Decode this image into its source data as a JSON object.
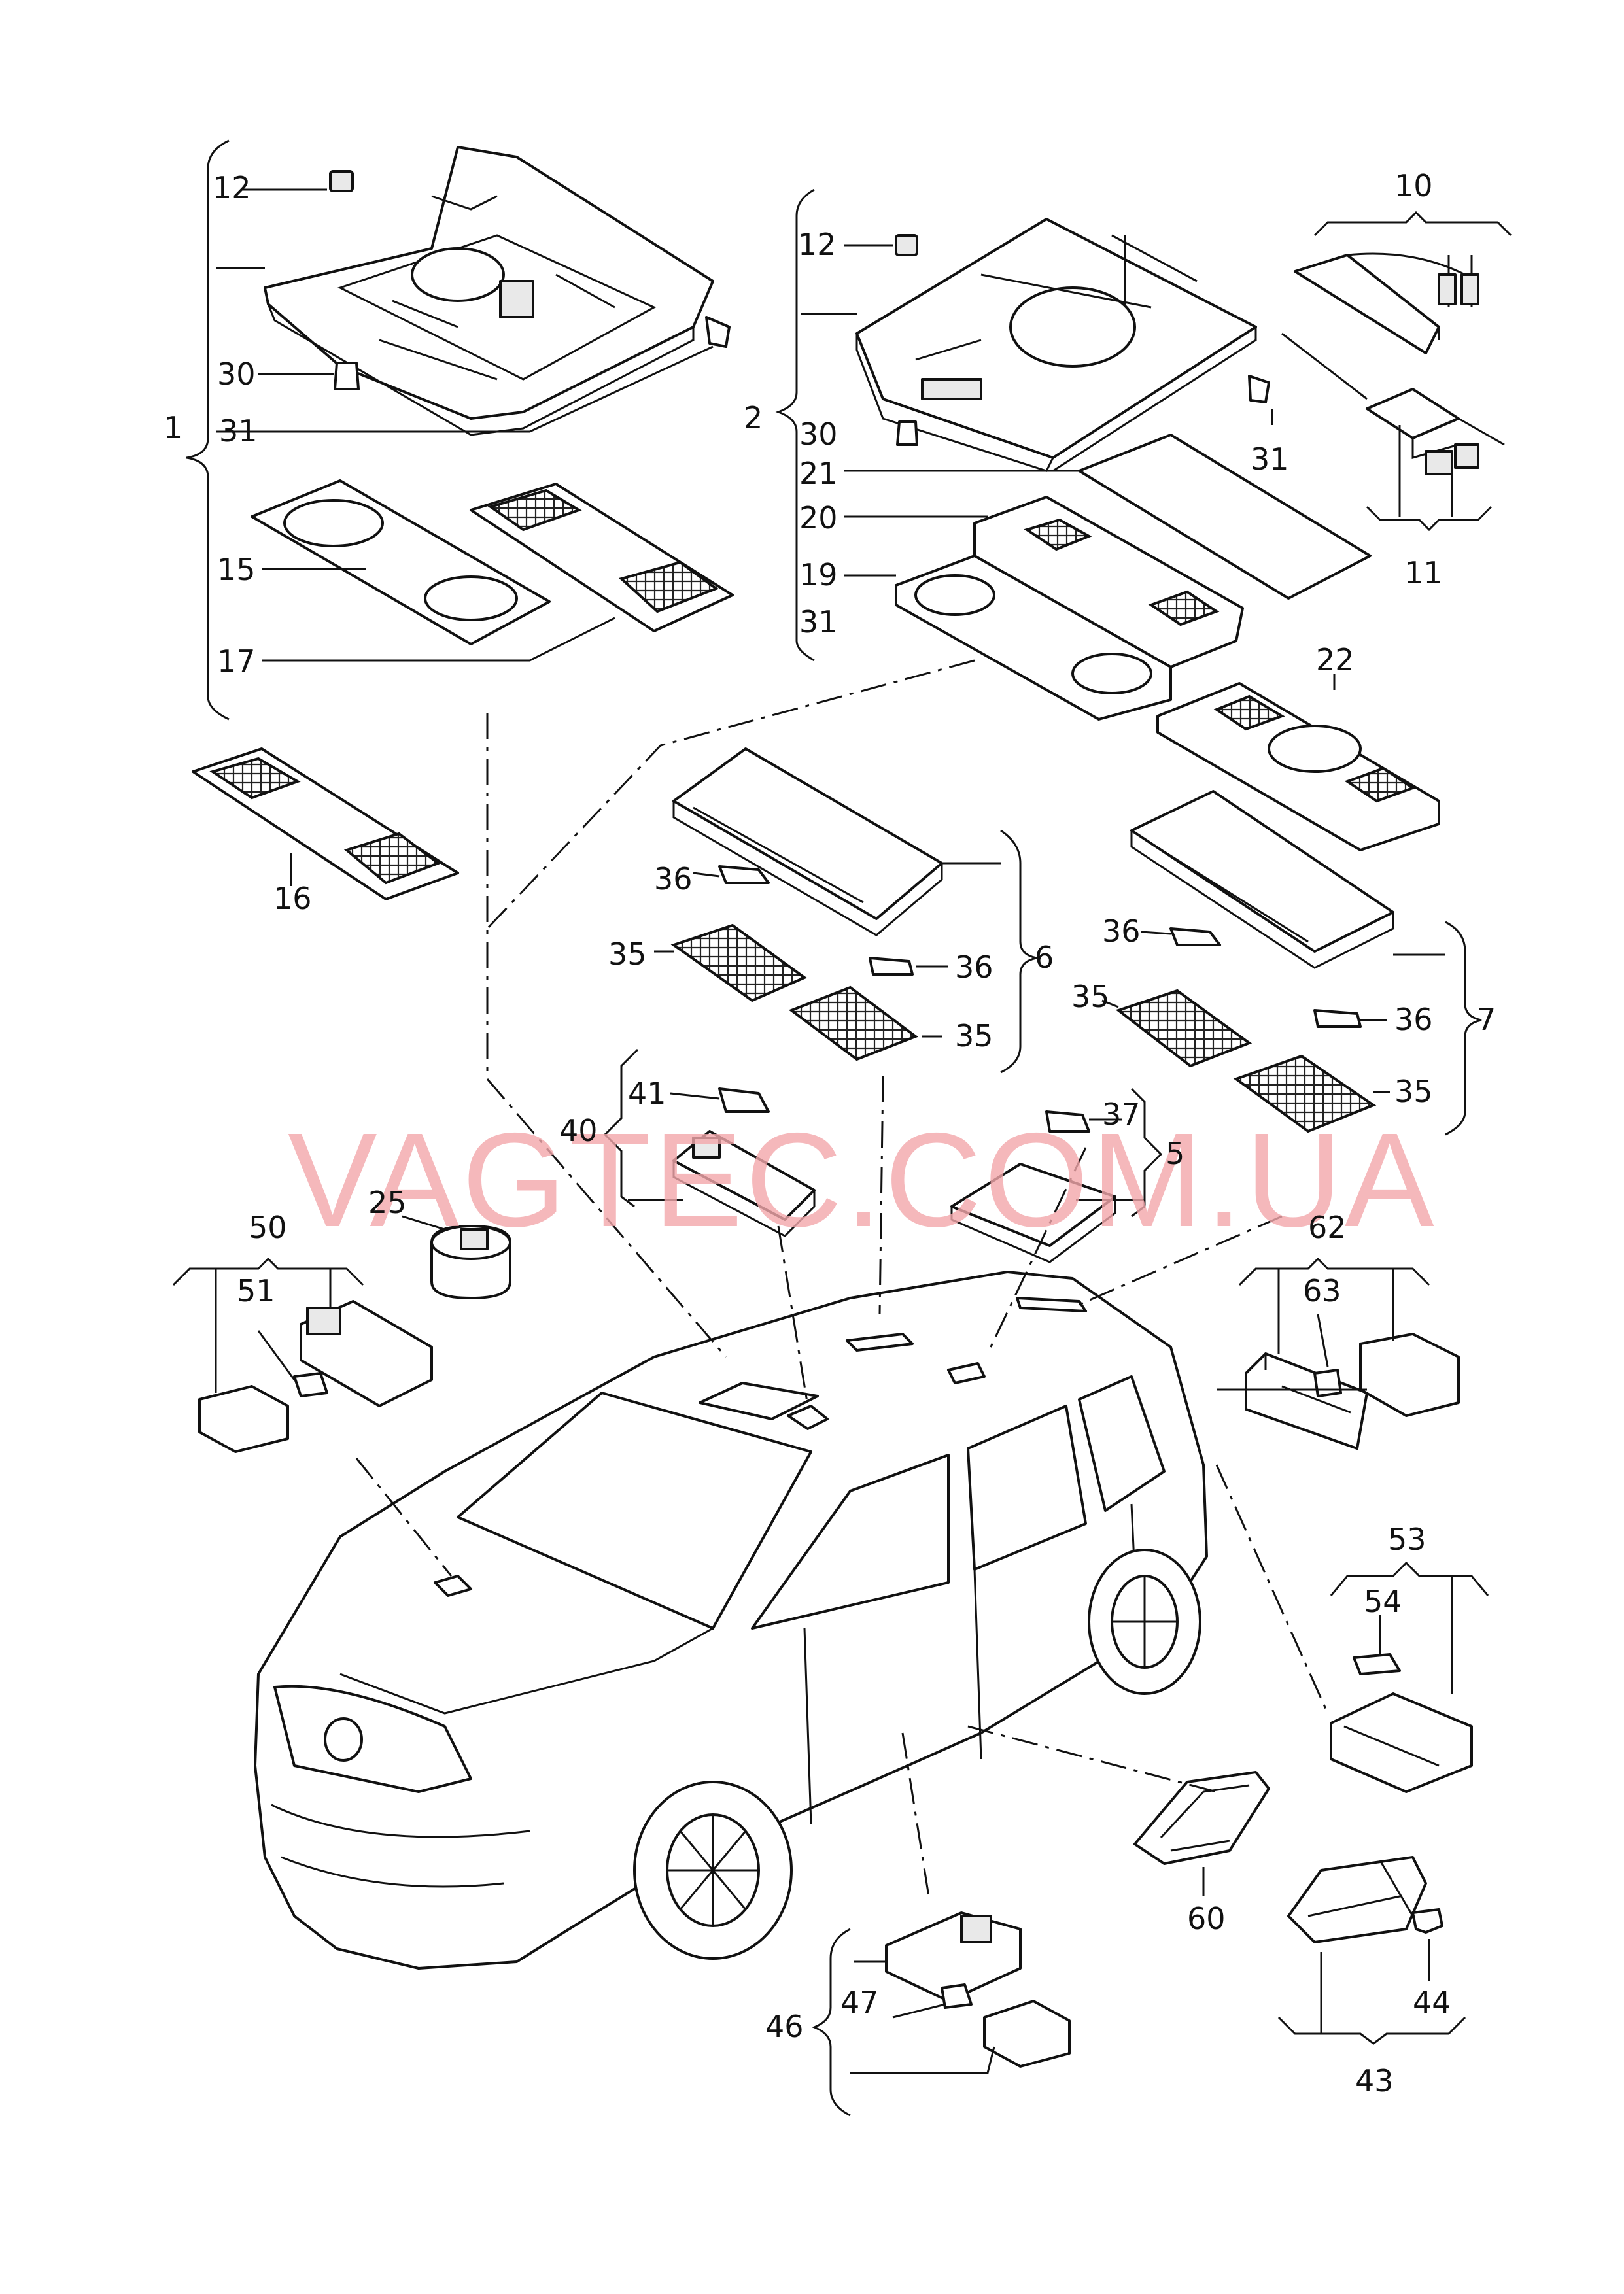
{
  "watermark": "VAGTEC.COM.UA",
  "callouts": {
    "c1": "1",
    "c2": "2",
    "c5": "5",
    "c6": "6",
    "c7": "7",
    "c10": "10",
    "c11": "11",
    "c12a": "12",
    "c12b": "12",
    "c15": "15",
    "c16": "16",
    "c17": "17",
    "c19": "19",
    "c20": "20",
    "c21": "21",
    "c22": "22",
    "c25": "25",
    "c30a": "30",
    "c30b": "30",
    "c31a": "31",
    "c31b": "31",
    "c31c": "31",
    "c35a": "35",
    "c35b": "35",
    "c35c": "35",
    "c35d": "35",
    "c36a": "36",
    "c36b": "36",
    "c36c": "36",
    "c36d": "36",
    "c37": "37",
    "c40": "40",
    "c41": "41",
    "c43": "43",
    "c44": "44",
    "c46": "46",
    "c47": "47",
    "c50": "50",
    "c51": "51",
    "c53": "53",
    "c54": "54",
    "c60": "60",
    "c62": "62",
    "c63": "63"
  }
}
